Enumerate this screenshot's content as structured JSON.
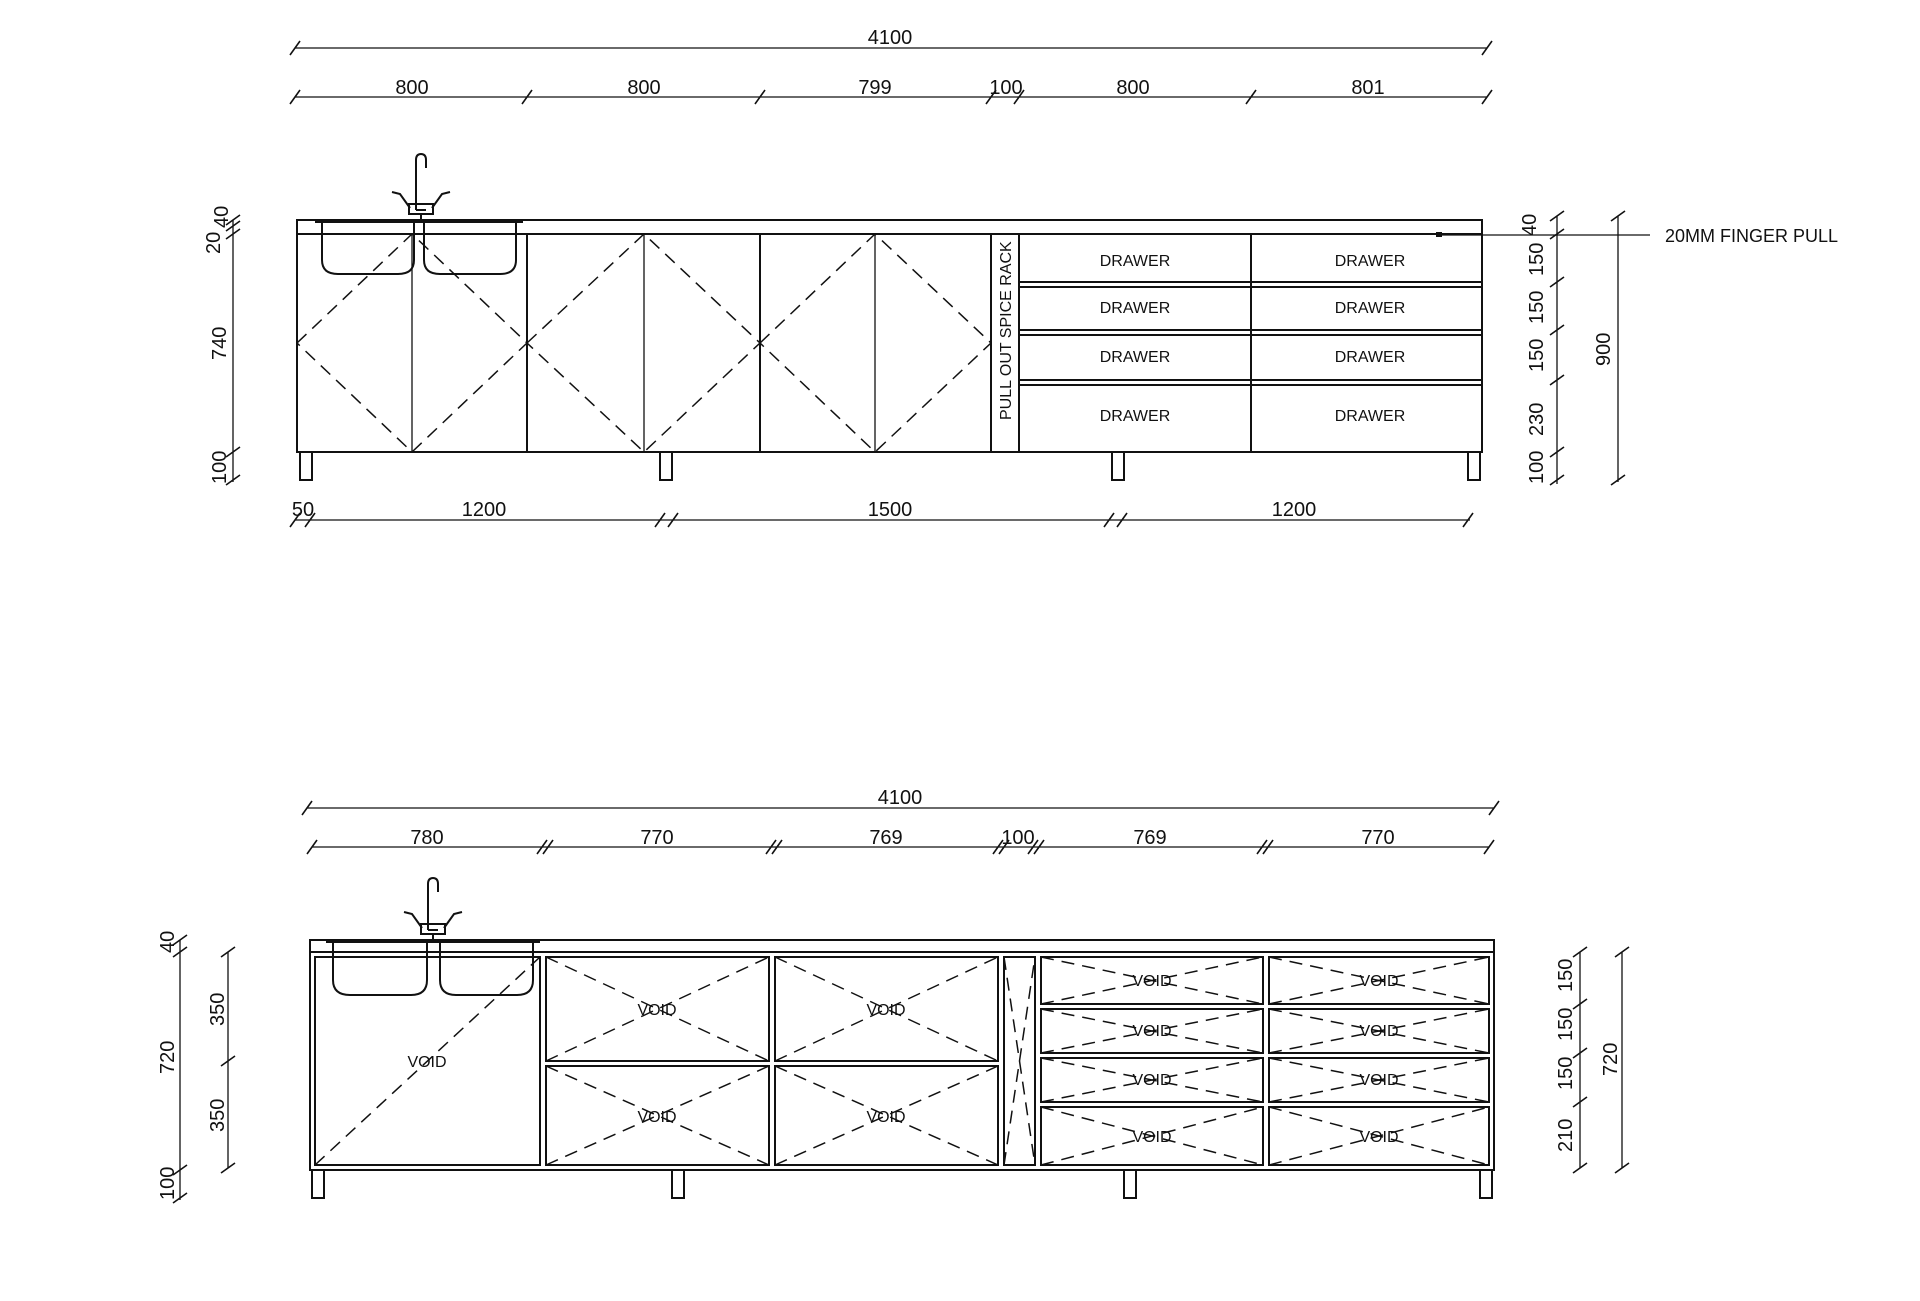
{
  "front_elevation": {
    "overall_width": "4100",
    "top_dims": [
      "800",
      "800",
      "799",
      "100",
      "800",
      "801"
    ],
    "left_dims": [
      "20",
      "40",
      "740",
      "100"
    ],
    "right_dims": [
      "40",
      "150",
      "150",
      "150",
      "230",
      "100"
    ],
    "overall_height": "900",
    "bottom_dims": [
      "50",
      "1200",
      "1500",
      "1200"
    ],
    "drawer_labels": [
      "DRAWER",
      "DRAWER",
      "DRAWER",
      "DRAWER",
      "DRAWER",
      "DRAWER",
      "DRAWER",
      "DRAWER"
    ],
    "spice_rack_label": "PULL OUT SPICE RACK",
    "finger_pull_note": "20MM FINGER PULL"
  },
  "carcass_elevation": {
    "overall_width": "4100",
    "top_dims": [
      "780",
      "770",
      "769",
      "100",
      "769",
      "770"
    ],
    "left_dims": [
      "40",
      "720",
      "350",
      "350",
      "100"
    ],
    "right_dims": [
      "150",
      "150",
      "150",
      "210"
    ],
    "overall_height": "720",
    "void_label": "VOID"
  },
  "colors": {
    "line": "#111111",
    "background": "#ffffff"
  }
}
